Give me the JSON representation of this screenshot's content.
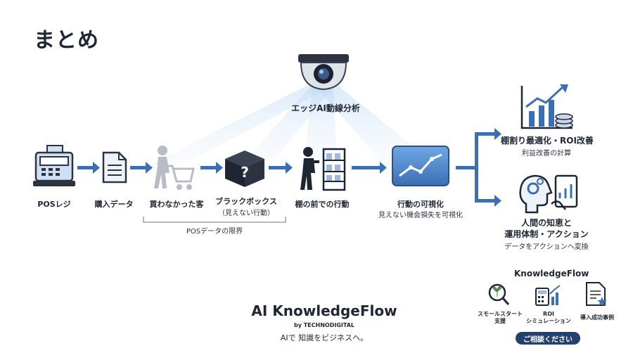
{
  "title": "まとめ",
  "camera_label": "エッジAI動線分析",
  "flow": {
    "pos": {
      "label": "POSレジ"
    },
    "purchase": {
      "label": "購入データ"
    },
    "no_buy": {
      "label": "買わなかった客"
    },
    "blackbox": {
      "label": "ブラックボックス",
      "sub": "（見えない行動）"
    },
    "shelf": {
      "label": "棚の前での行動"
    },
    "visual": {
      "label": "行動の可視化",
      "sub": "見えない機会損失を可視化"
    },
    "pos_limit": "POSデータの限界"
  },
  "outcomes": [
    {
      "title": "棚割り最適化・ROI改善",
      "sub": "利益改善の計算"
    },
    {
      "title_line1": "人間の知恵と",
      "title_line2": "運用体制・アクション",
      "sub": "データをアクションへ変換"
    }
  ],
  "kf_panel": {
    "title": "KnowledgeFlow",
    "items": [
      {
        "line1": "スモールスタート",
        "line2": "支援"
      },
      {
        "line1": "ROI",
        "line2": "シミュレーション"
      },
      {
        "line1": "導入成功事例",
        "line2": ""
      }
    ],
    "cta": "ご相談ください"
  },
  "brand": {
    "name": "AI KnowledgeFlow",
    "by": "by TECHNODIGITAL",
    "tagline": "AIで 知識をビジネスへ。"
  },
  "colors": {
    "accent": "#3b6fb3",
    "dark": "#1f2633",
    "cta": "#24406e"
  }
}
